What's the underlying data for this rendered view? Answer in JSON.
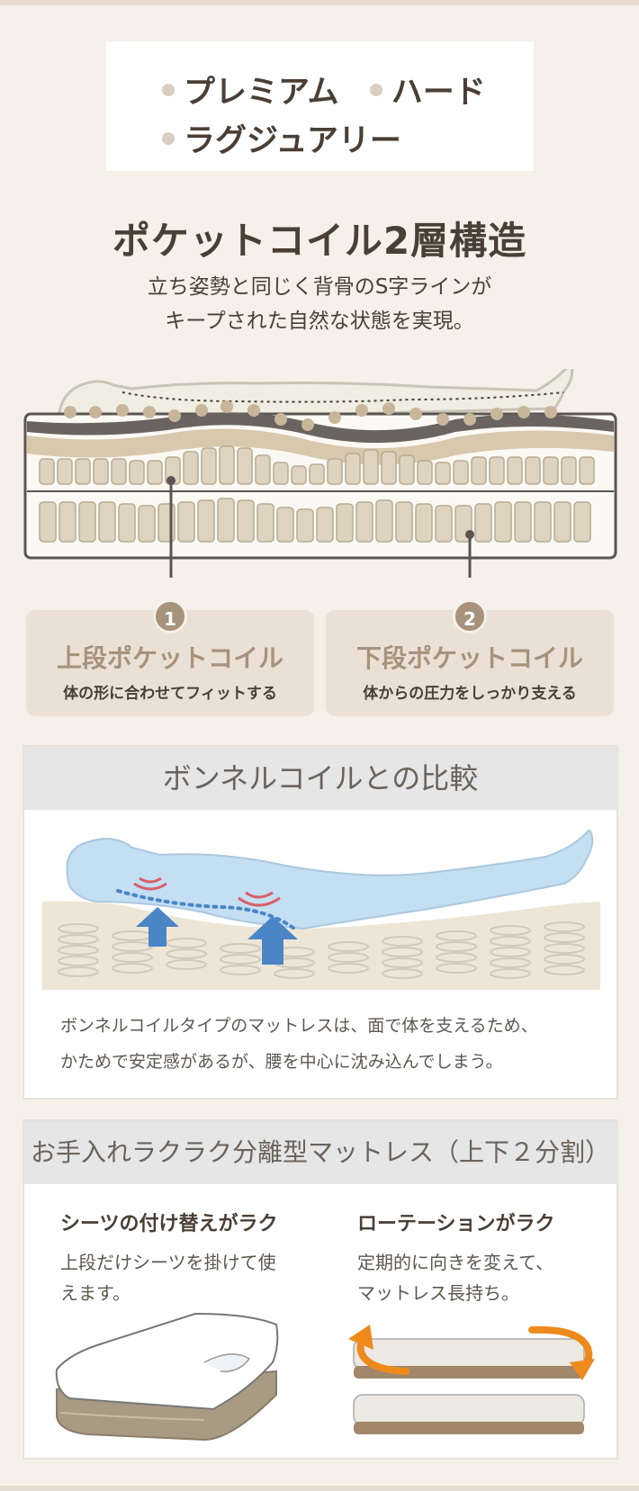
{
  "tags": {
    "line1": [
      "プレミアム",
      "ハード"
    ],
    "line2": [
      "ラグジュアリー"
    ]
  },
  "main_title": "ポケットコイル2層構造",
  "subtitle": {
    "line1": "立ち姿勢と同じく背骨のS字ラインが",
    "line2": "キープされた自然な状態を実現。"
  },
  "coils": [
    {
      "number": "1",
      "title": "上段ポケットコイル",
      "desc": "体の形に合わせてフィットする"
    },
    {
      "number": "2",
      "title": "下段ポケットコイル",
      "desc": "体からの圧力をしっかり支える"
    }
  ],
  "comparison": {
    "header": "ボンネルコイルとの比較",
    "text_line1": "ボンネルコイルタイプのマットレスは、面で体を支えるため、",
    "text_line2": "かためで安定感があるが、腰を中心に沈み込んでしまう。"
  },
  "separation": {
    "header": "お手入れラクラク分離型マットレス（上下２分割）",
    "left": {
      "title": "シーツの付け替えがラク",
      "desc_line1": "上段だけシーツを掛けて使",
      "desc_line2": "えます。"
    },
    "right": {
      "title": "ローテーションがラク",
      "desc_line1": "定期的に向きを変えて、",
      "desc_line2": "マットレス長持ち。"
    }
  },
  "colors": {
    "background": "#f5f0ea",
    "accent": "#a7927c",
    "card": "#eae0d6",
    "arrow_orange": "#ee8a1c",
    "arrow_blue": "#4a86c6",
    "pressure_red": "#d8606a"
  }
}
